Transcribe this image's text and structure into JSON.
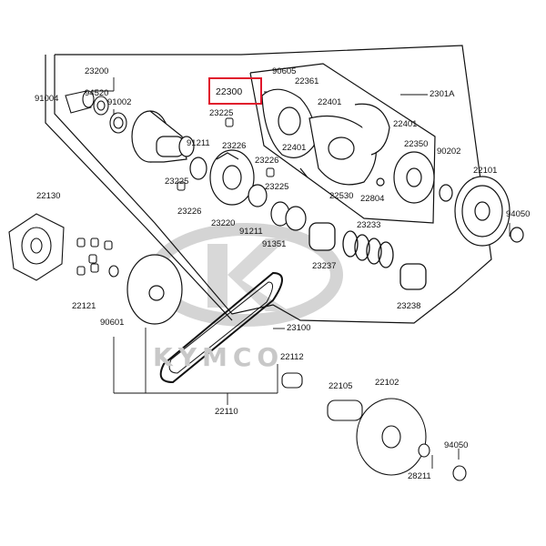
{
  "diagram": {
    "highlight_color": "#e0162b",
    "watermark": "KYMCO",
    "highlighted_part": "22300",
    "labels": {
      "p23200": "23200",
      "p91004": "91004",
      "p94520": "94520",
      "p91002": "91002",
      "p22300": "22300",
      "p90605": "90605",
      "p22361": "22361",
      "p2301A": "2301A",
      "p22401a": "22401",
      "p23225a": "23225",
      "p22401b": "22401",
      "p91211a": "91211",
      "p23226a": "23226",
      "p22401c": "22401",
      "p22350": "22350",
      "p90202": "90202",
      "p22101": "22101",
      "p23226b": "23226",
      "p23225b": "23225",
      "p23225c": "23225",
      "p22130": "22130",
      "p23226c": "23226",
      "p22530": "22530",
      "p22804": "22804",
      "p94050a": "94050",
      "p23220": "23220",
      "p91211b": "91211",
      "p23233": "23233",
      "p91351": "91351",
      "p23237": "23237",
      "p23238": "23238",
      "p22121": "22121",
      "p90601": "90601",
      "p23100": "23100",
      "p22112": "22112",
      "p22105": "22105",
      "p22102": "22102",
      "p22110": "22110",
      "p94050b": "94050",
      "p28211": "28211"
    }
  }
}
